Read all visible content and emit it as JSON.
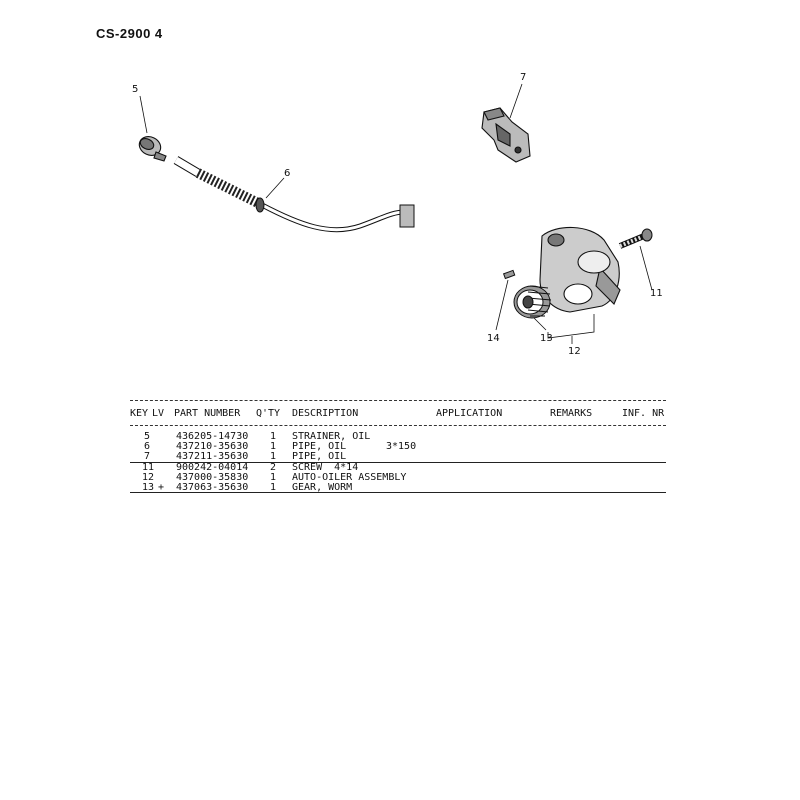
{
  "page": {
    "title": "CS-2900  4"
  },
  "diagram": {
    "callouts": [
      "5",
      "6",
      "7",
      "11",
      "14",
      "13",
      "12"
    ]
  },
  "table": {
    "headers": {
      "key": "KEY",
      "lv": "LV",
      "part_number": "PART NUMBER",
      "qty": "Q'TY",
      "description": "DESCRIPTION",
      "application": "APPLICATION",
      "remarks": "REMARKS",
      "inf_nr": "INF. NR"
    },
    "rows": [
      {
        "key": "5",
        "lv": "",
        "part": "436205-14730",
        "qty": "1",
        "desc": "STRAINER, OIL",
        "app": ""
      },
      {
        "key": "6",
        "lv": "",
        "part": "437210-35630",
        "qty": "1",
        "desc": "PIPE, OIL",
        "app": "3*150"
      },
      {
        "key": "7",
        "lv": "",
        "part": "437211-35630",
        "qty": "1",
        "desc": "PIPE, OIL",
        "app": ""
      },
      {
        "key": "11",
        "lv": "",
        "part": "900242-04014",
        "qty": "2",
        "desc": "SCREW  4*14",
        "app": ""
      },
      {
        "key": "12",
        "lv": "",
        "part": "437000-35830",
        "qty": "1",
        "desc": "AUTO-OILER ASSEMBLY",
        "app": ""
      },
      {
        "key": "13",
        "lv": "+",
        "part": "437063-35630",
        "qty": "1",
        "desc": "GEAR, WORM",
        "app": ""
      }
    ]
  }
}
